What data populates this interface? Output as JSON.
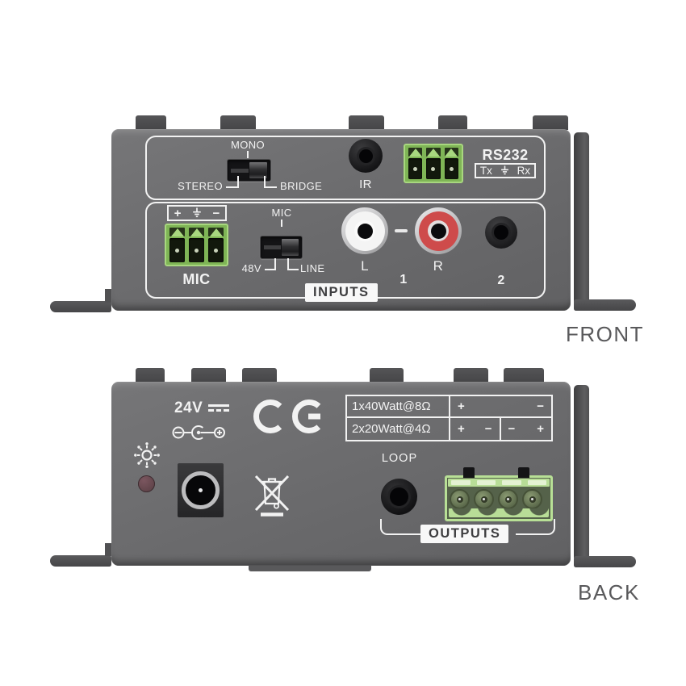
{
  "colors": {
    "panel": "#6c6c6e",
    "panel-dark": "#4c4c4e",
    "line": "#f2f2f2",
    "green": "#7fb556",
    "green-light": "#a8d77f",
    "rca-red": "#ce4b4b",
    "led": "#5f4349",
    "label-text": "#3e3e40",
    "caption": "#59595b"
  },
  "front": {
    "caption": "FRONT",
    "mode_switch": {
      "top_label": "MONO",
      "left_label": "STEREO",
      "right_label": "BRIDGE"
    },
    "ir_label": "IR",
    "rs232": {
      "title": "RS232",
      "tx": "Tx",
      "rx": "Rx"
    },
    "mic": {
      "plus": "+",
      "minus": "−",
      "label": "MIC"
    },
    "source_switch": {
      "top_label": "MIC",
      "left_label": "48V",
      "right_label": "LINE"
    },
    "rca_left_label": "L",
    "rca_right_label": "R",
    "pair_label": "1",
    "jack2_label": "2",
    "inputs_label": "INPUTS"
  },
  "back": {
    "caption": "BACK",
    "power_label": "24V",
    "spec_table": {
      "row1": {
        "spec": "1x40Watt@8Ω",
        "plus": "+",
        "minus": "−"
      },
      "row2": {
        "spec": "2x20Watt@4Ω",
        "cell1": {
          "plus": "+",
          "minus": "−"
        },
        "cell2": {
          "minus": "−",
          "plus": "+"
        }
      }
    },
    "loop_label": "LOOP",
    "outputs_label": "OUTPUTS"
  }
}
